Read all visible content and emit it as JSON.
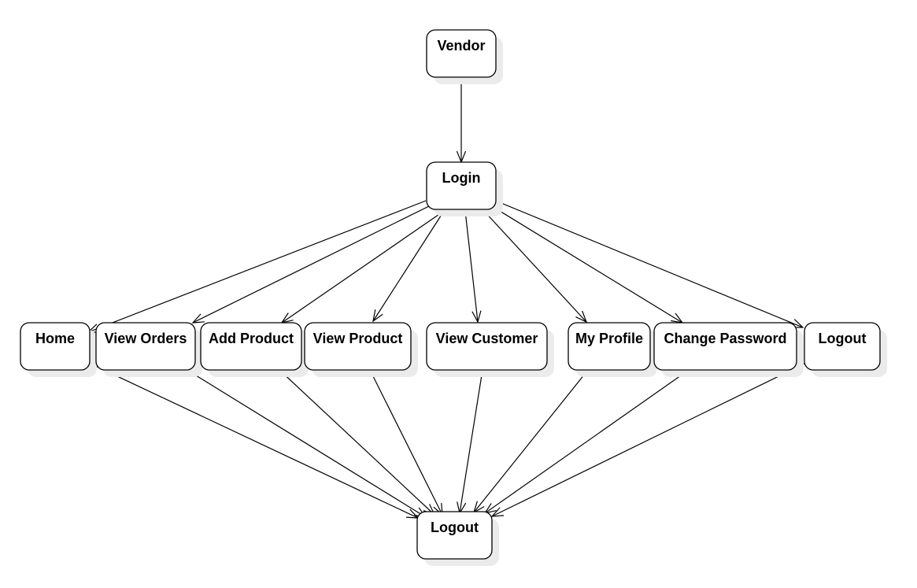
{
  "diagram": {
    "nodes": [
      {
        "id": "vendor",
        "label": "Vendor"
      },
      {
        "id": "login",
        "label": "Login"
      },
      {
        "id": "home",
        "label": "Home"
      },
      {
        "id": "view_orders",
        "label": "View Orders"
      },
      {
        "id": "add_product",
        "label": "Add Product"
      },
      {
        "id": "view_product",
        "label": "View Product"
      },
      {
        "id": "view_customer",
        "label": "View Customer"
      },
      {
        "id": "my_profile",
        "label": "My Profile"
      },
      {
        "id": "change_password",
        "label": "Change Password"
      },
      {
        "id": "logout_menu",
        "label": "Logout"
      },
      {
        "id": "logout_end",
        "label": "Logout"
      }
    ],
    "edges": [
      {
        "from": "vendor",
        "to": "login"
      },
      {
        "from": "login",
        "to": "home"
      },
      {
        "from": "login",
        "to": "view_orders"
      },
      {
        "from": "login",
        "to": "add_product"
      },
      {
        "from": "login",
        "to": "view_product"
      },
      {
        "from": "login",
        "to": "view_customer"
      },
      {
        "from": "login",
        "to": "my_profile"
      },
      {
        "from": "login",
        "to": "change_password"
      },
      {
        "from": "login",
        "to": "logout_menu"
      },
      {
        "from": "home",
        "to": "logout_end"
      },
      {
        "from": "view_orders",
        "to": "logout_end"
      },
      {
        "from": "add_product",
        "to": "logout_end"
      },
      {
        "from": "view_product",
        "to": "logout_end"
      },
      {
        "from": "view_customer",
        "to": "logout_end"
      },
      {
        "from": "my_profile",
        "to": "logout_end"
      },
      {
        "from": "change_password",
        "to": "logout_end"
      },
      {
        "from": "logout_menu",
        "to": "logout_end"
      }
    ]
  }
}
